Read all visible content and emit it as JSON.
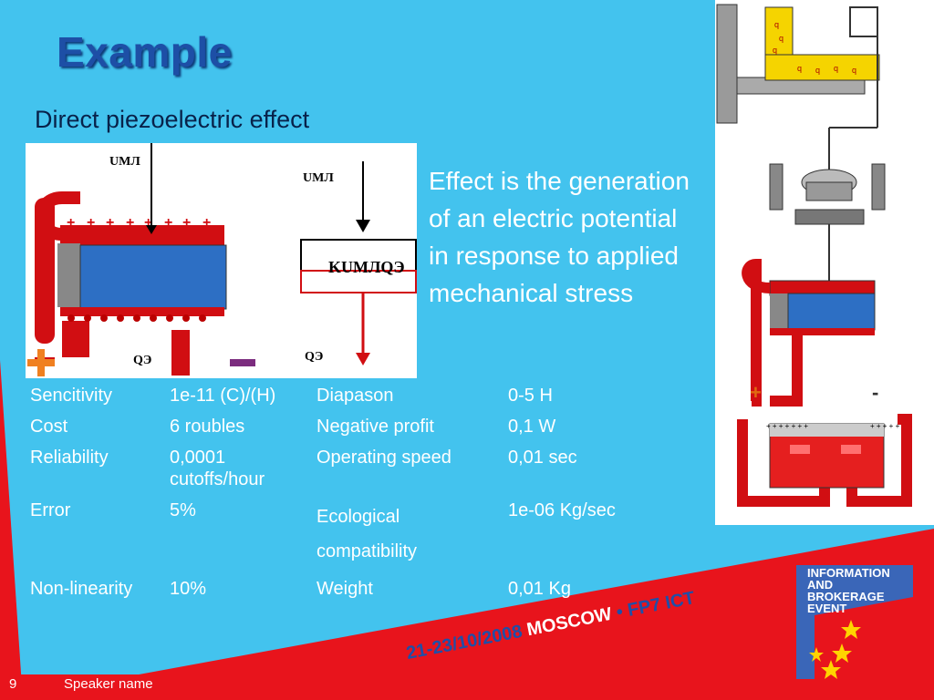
{
  "slide": {
    "title": "Example",
    "subtitle": "Direct piezoelectric effect",
    "description": "Effect is the generation of an electric potential in response to applied mechanical stress"
  },
  "diagram": {
    "voltage_label_left": "UМЛ",
    "voltage_label_right": "UМЛ",
    "coefficient_label": "KUМЛQЭ",
    "charge_label_left": "QЭ",
    "charge_label_right": "QЭ"
  },
  "parameters": [
    {
      "name": "Sencitivity",
      "value": "1e-11 (C)/(H)",
      "name2": "Diapason",
      "value2": "0-5   H"
    },
    {
      "name": "Cost",
      "value": "6 roubles",
      "name2": "Negative profit",
      "value2": "0,1 W"
    },
    {
      "name": "Reliability",
      "value": "0,0001 cutoffs/hour",
      "name2": "Operating speed",
      "value2": "0,01  sec"
    },
    {
      "name": "Error",
      "value": "5%",
      "name2": "Ecological compatibility",
      "value2": "1e-06 Kg/sec"
    },
    {
      "name": "Non-linearity",
      "value": "10%",
      "name2": "Weight",
      "value2": "0,01 Kg"
    }
  ],
  "footer": {
    "page_number": "9",
    "speaker": "Speaker name",
    "event_date": "21-23/10/2008",
    "event_city": "MOSCOW",
    "event_separator": "•",
    "event_program": "FP7 ICT"
  },
  "logo": {
    "text_line1": "INFORMATION",
    "text_line2": "AND",
    "text_line3": "BROKERAGE",
    "text_line4": "EVENT"
  },
  "colors": {
    "background": "#43c3ee",
    "accent_red": "#e8141c",
    "title_blue": "#1d4fa6",
    "logo_blue": "#3a66b8"
  }
}
